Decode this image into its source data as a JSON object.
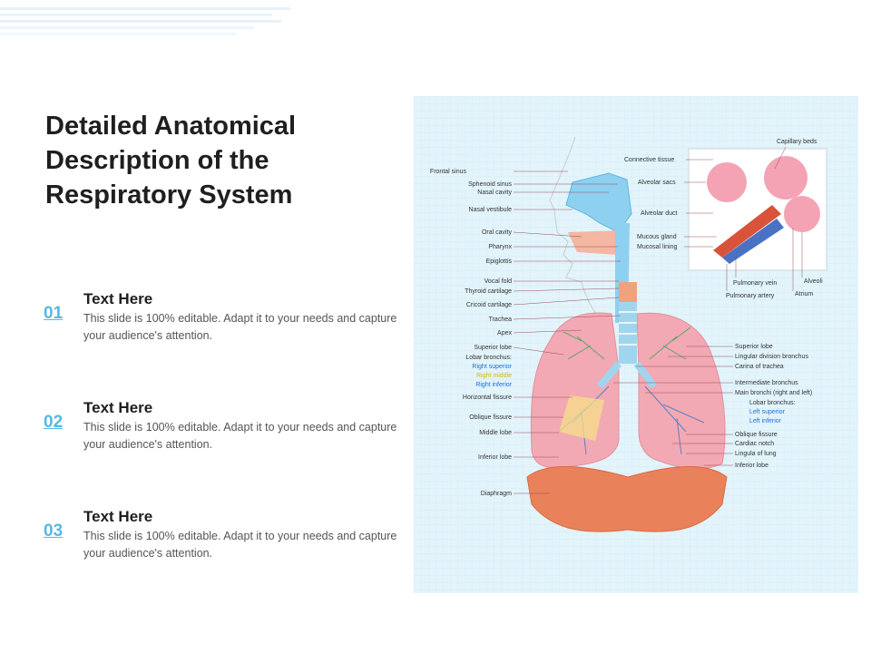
{
  "title": "Detailed Anatomical Description of the Respiratory System",
  "items": [
    {
      "num": "01",
      "heading": "Text Here",
      "body": "This slide is 100% editable. Adapt it to your needs and capture your audience's attention."
    },
    {
      "num": "02",
      "heading": "Text Here",
      "body": "This slide is 100% editable. Adapt it to your needs and capture your audience's attention."
    },
    {
      "num": "03",
      "heading": "Text Here",
      "body": "This slide is 100% editable. Adapt it to your needs and capture your audience's attention."
    }
  ],
  "diagram": {
    "left_labels": [
      "Frontal sinus",
      "Sphenoid sinus",
      "Nasal cavity",
      "Nasal vestibule",
      "Oral cavity",
      "Pharynx",
      "Epiglottis",
      "Vocal fold",
      "Thyroid cartilage",
      "Cricoid cartilage",
      "Trachea",
      "Apex",
      "Superior lobe",
      "Lobar bronchus:",
      "Right superior",
      "Right middle",
      "Right inferior",
      "Horizontal fissure",
      "Oblique fissure",
      "Middle lobe",
      "Inferior lobe",
      "Diaphragm"
    ],
    "right_labels": [
      "Superior lobe",
      "Lingular division bronchus",
      "Carina of trachea",
      "Intermediate bronchus",
      "Main bronchi (right and left)",
      "Lobar bronchus:",
      "Left superior",
      "Left inferior",
      "Oblique fissure",
      "Cardiac notch",
      "Lingula of lung",
      "Inferior lobe"
    ],
    "inset_labels": [
      "Capillary beds",
      "Connective tissue",
      "Alveolar sacs",
      "Alveolar duct",
      "Mucous gland",
      "Mucosal lining",
      "Pulmonary vein",
      "Pulmonary artery",
      "Alveoli",
      "Atrium"
    ]
  },
  "colors": {
    "accent": "#56b8e6",
    "panel_bg": "#e3f4fb",
    "lung": "#f3a9b4",
    "diaphragm": "#e9825a",
    "trachea": "#9fd6ee"
  }
}
